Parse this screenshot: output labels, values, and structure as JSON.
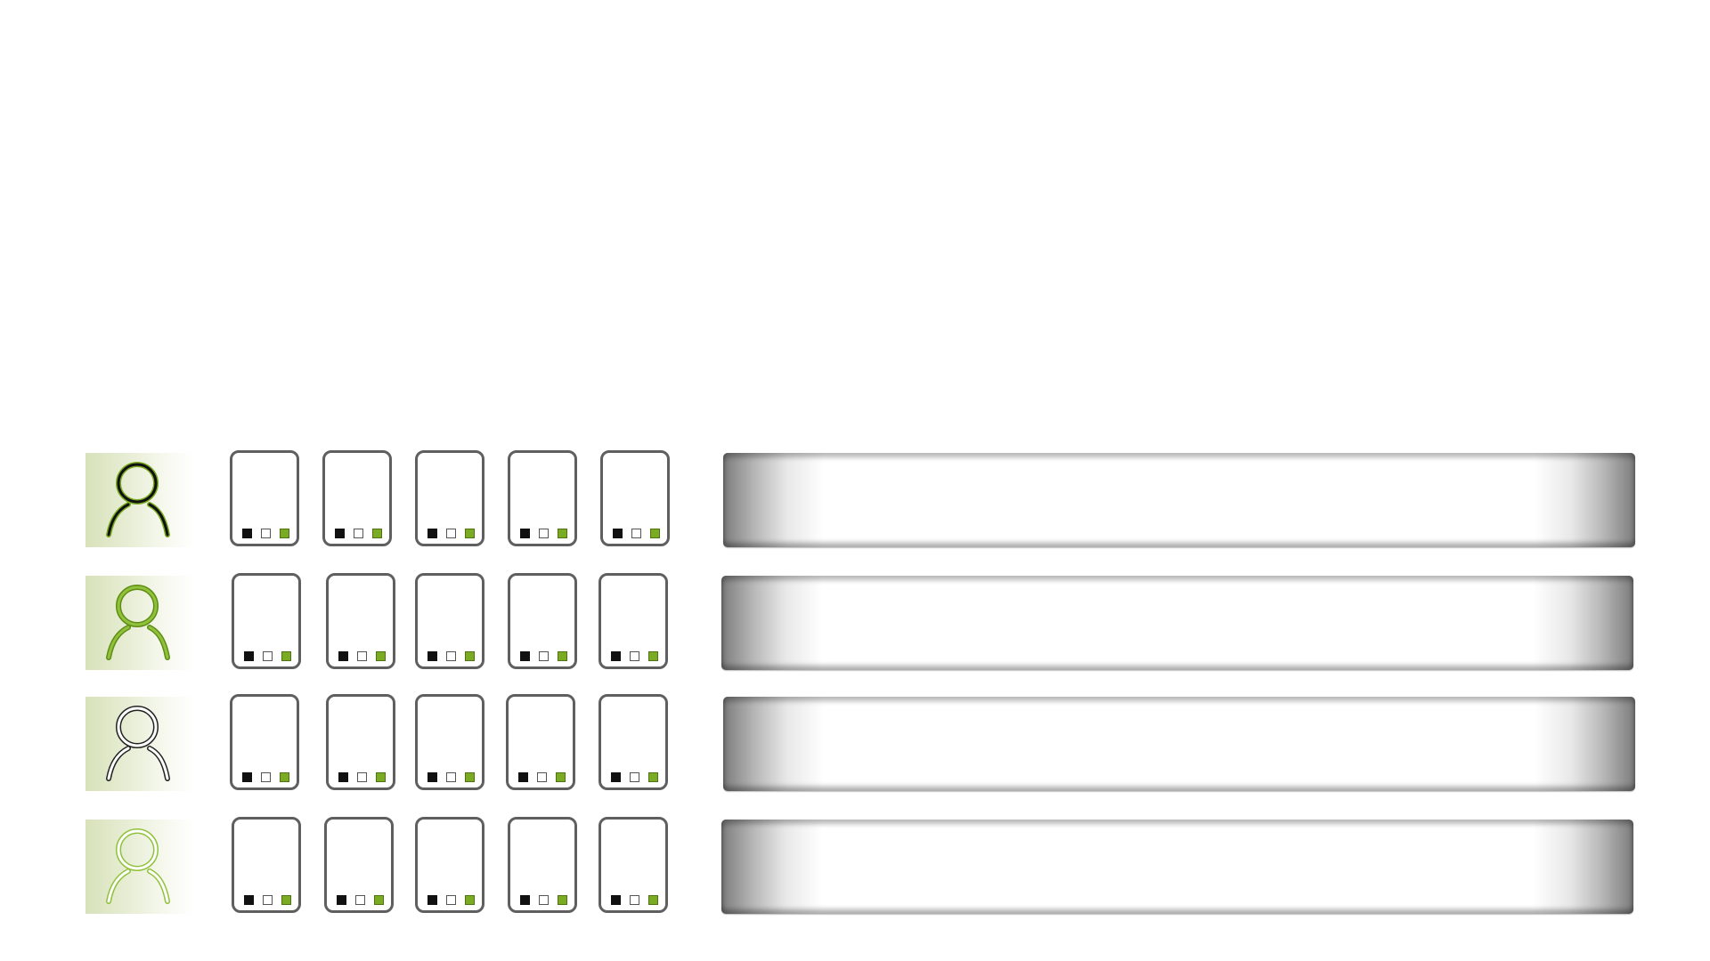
{
  "rows": [
    {
      "avatar": {
        "icon": "user-icon",
        "stroke_color": "#111111",
        "accent_color": "#7bab22"
      },
      "cards": 5,
      "card_indicators": [
        "#111111",
        "#ffffff",
        "#7bab22"
      ]
    },
    {
      "avatar": {
        "icon": "user-icon",
        "stroke_color": "#7bab22",
        "accent_color": "#5f8c14"
      },
      "cards": 5,
      "card_indicators": [
        "#111111",
        "#ffffff",
        "#7bab22"
      ]
    },
    {
      "avatar": {
        "icon": "user-icon",
        "stroke_color": "#ffffff",
        "accent_color": "#222222"
      },
      "cards": 5,
      "card_indicators": [
        "#111111",
        "#ffffff",
        "#7bab22"
      ]
    },
    {
      "avatar": {
        "icon": "user-icon",
        "stroke_color": "#ffffff",
        "accent_color": "#8fc23a"
      },
      "cards": 5,
      "card_indicators": [
        "#111111",
        "#ffffff",
        "#7bab22"
      ]
    }
  ]
}
